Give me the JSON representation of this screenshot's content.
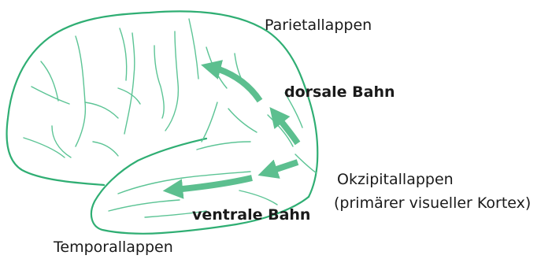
{
  "colors": {
    "outline": "#2fae73",
    "sulci": "#5cc495",
    "arrow": "#5cbf8f",
    "text": "#1a1a1a"
  },
  "labels": {
    "parietal": "Parietallappen",
    "dorsal": "dorsale Bahn",
    "occipital_line1": "Okzipitallappen",
    "occipital_line2": "(primärer visueller Kortex)",
    "ventral": "ventrale Bahn",
    "temporal": "Temporallappen"
  }
}
